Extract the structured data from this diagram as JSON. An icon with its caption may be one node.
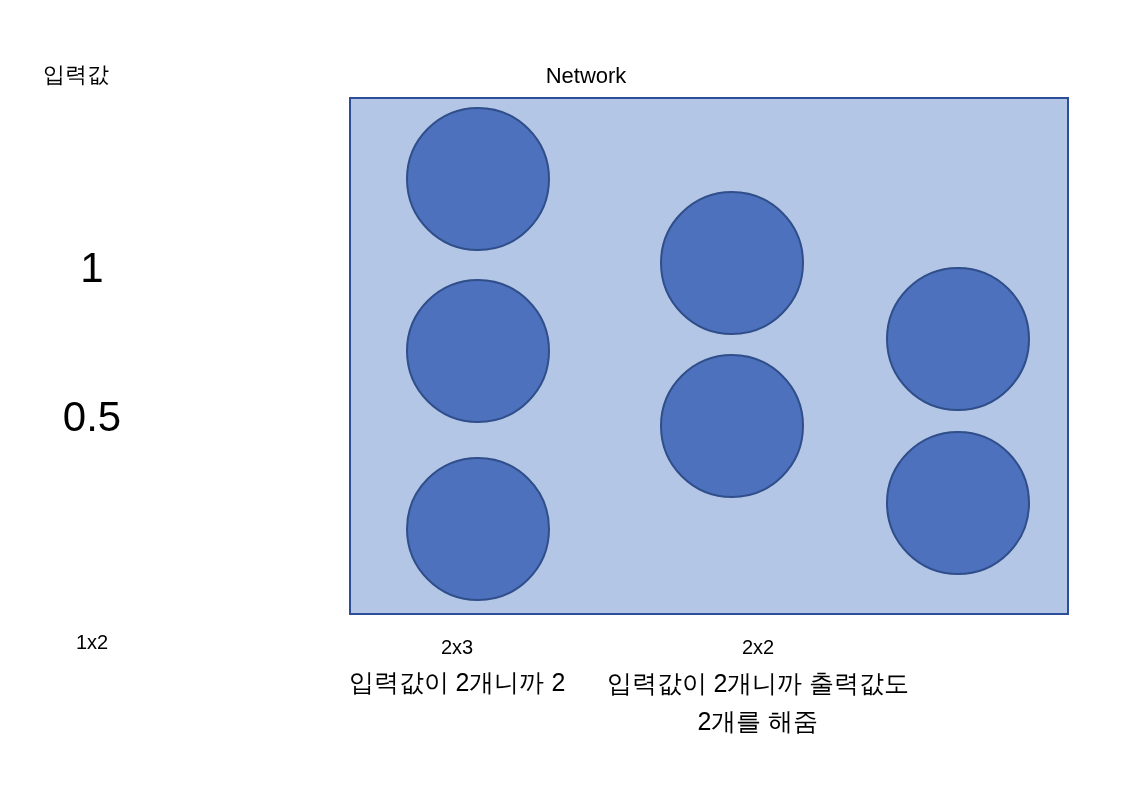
{
  "diagram": {
    "nodes": [
      {
        "text": [
          "Network"
        ]
      },
      {
        "text": [],
        "shape": "circle",
        "in": 0
      },
      {
        "text": [],
        "shape": "circle",
        "in": 0
      },
      {
        "text": [],
        "shape": "circle",
        "in": 0
      },
      {
        "text": [],
        "shape": "circle",
        "in": 0
      },
      {
        "text": [],
        "shape": "circle",
        "in": 0
      },
      {
        "text": [],
        "shape": "circle",
        "in": 0
      },
      {
        "text": [],
        "shape": "circle",
        "in": 0
      }
    ],
    "edges": [],
    "labels": [
      "입력값",
      "1",
      "0.5",
      "1x2",
      "2x3",
      "입력값이 2개니까 2",
      "2x2",
      "입력값이 2개니까 출력값도 2개를 해줌"
    ]
  }
}
